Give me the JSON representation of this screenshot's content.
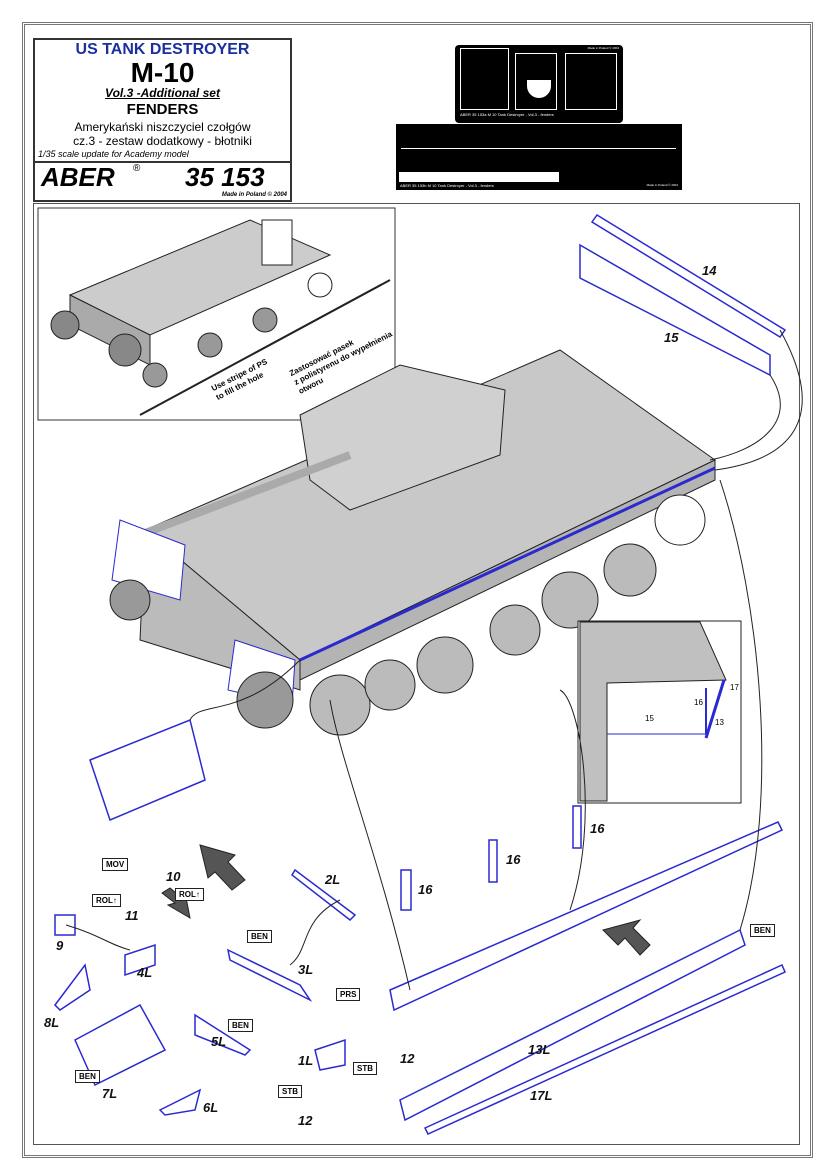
{
  "header": {
    "subject": "US TANK DESTROYER",
    "model": "M-10",
    "volume": "Vol.3 -Additional set",
    "set_name": "FENDERS",
    "polish_line1": "Amerykański niszczyciel czołgów",
    "polish_line2": "cz.3 - zestaw dodatkowy - błotniki",
    "scale_note": "1/35 scale update for Academy model",
    "brand": "ABER",
    "registered": "®",
    "catalog_number": "35 153",
    "made_in": "Made in Poland © 2004"
  },
  "frets": {
    "fret_a": {
      "brand": "ABER",
      "code": "35 153a",
      "title": "M 10 Tank Destroyer - Vol.3 - fenders",
      "made_in": "Made in Poland © 2004"
    },
    "fret_b": {
      "brand": "ABER",
      "code": "35 153b",
      "title": "M 10 Tank Destroyer - Vol.3 - fenders",
      "made_in": "Made in Poland © 2004"
    }
  },
  "inset": {
    "note_en_1": "Use stripe of PS",
    "note_en_2": "to fill the hole",
    "note_pl_1": "Zastosować pasek",
    "note_pl_2": "z polistyrenu do wypełnienia",
    "note_pl_3": "otworu"
  },
  "detail": {
    "labels": [
      "15",
      "16",
      "17",
      "13"
    ]
  },
  "parts": {
    "p14": "14",
    "p15": "15",
    "p16a": "16",
    "p16b": "16",
    "p16c": "16",
    "p13L": "13L",
    "p17L": "17L",
    "p1L": "1L",
    "p2L": "2L",
    "p3L": "3L",
    "p4L": "4L",
    "p5L": "5L",
    "p6L": "6L",
    "p7L": "7L",
    "p8L": "8L",
    "p9": "9",
    "p10": "10",
    "p11": "11",
    "p12a": "12",
    "p12b": "12"
  },
  "tags": {
    "mov": "MOV",
    "rol1": "ROL↑",
    "rol2": "ROL↑",
    "ben1": "BEN",
    "ben2": "BEN",
    "ben3": "BEN",
    "ben4": "BEN",
    "prs": "PRS",
    "stb1": "STB",
    "stb2": "STB"
  },
  "colors": {
    "part_blue": "#2a2ad0",
    "tank_gray": "#c8c8c8",
    "title_blue": "#1a2fa0"
  }
}
